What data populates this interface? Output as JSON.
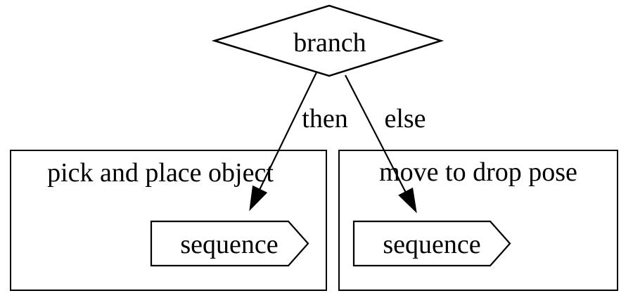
{
  "diagram_type": "behavior-tree-flowchart",
  "colors": {
    "ink": "#000000",
    "background": "#ffffff"
  },
  "root_node": {
    "label": "branch",
    "shape": "diamond"
  },
  "edges": {
    "then": {
      "label": "then"
    },
    "else": {
      "label": "else"
    }
  },
  "subtrees": {
    "left": {
      "title": "pick and place object",
      "node": {
        "label": "sequence",
        "shape": "cds-pentagon"
      }
    },
    "right": {
      "title": "move to drop pose",
      "node": {
        "label": "sequence",
        "shape": "cds-pentagon"
      }
    }
  }
}
